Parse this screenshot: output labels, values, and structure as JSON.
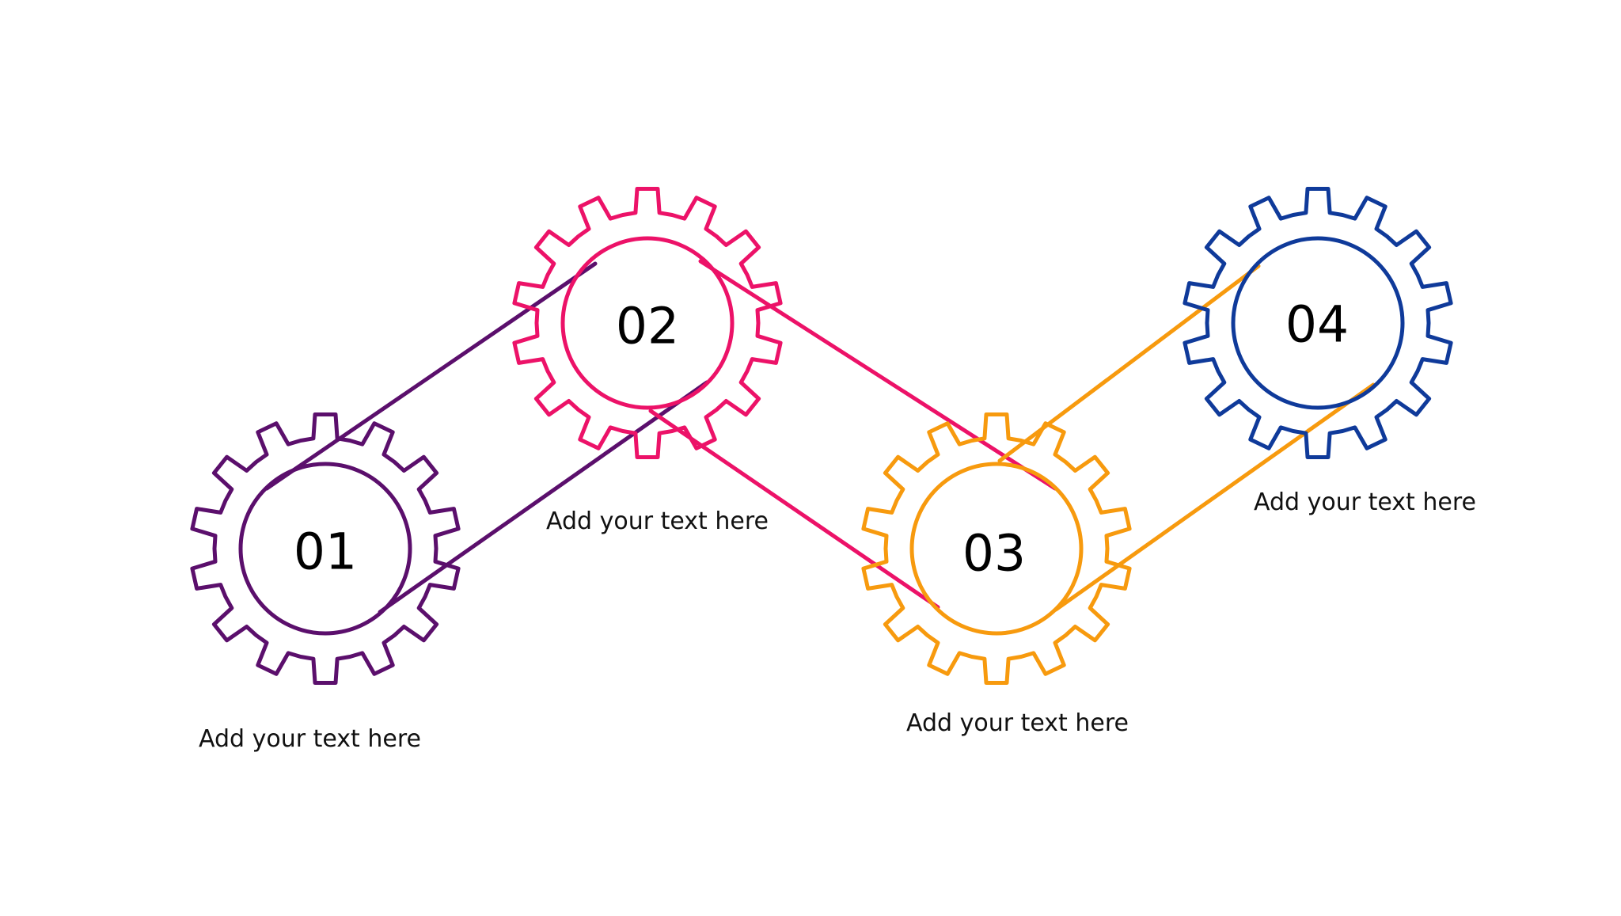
{
  "colors": {
    "step1": "#5b0f6c",
    "step2": "#ec1268",
    "step3": "#f79a0e",
    "step4": "#0f3a9a",
    "number_text": "#000000",
    "caption_text": "#111111"
  },
  "steps": [
    {
      "number": "01",
      "caption": "Add your text here",
      "color_key": "step1",
      "icon": "gear-icon"
    },
    {
      "number": "02",
      "caption": "Add your text here",
      "color_key": "step2",
      "icon": "gear-icon"
    },
    {
      "number": "03",
      "caption": "Add your text here",
      "color_key": "step3",
      "icon": "gear-icon"
    },
    {
      "number": "04",
      "caption": "Add your text here",
      "color_key": "step4",
      "icon": "gear-icon"
    }
  ]
}
